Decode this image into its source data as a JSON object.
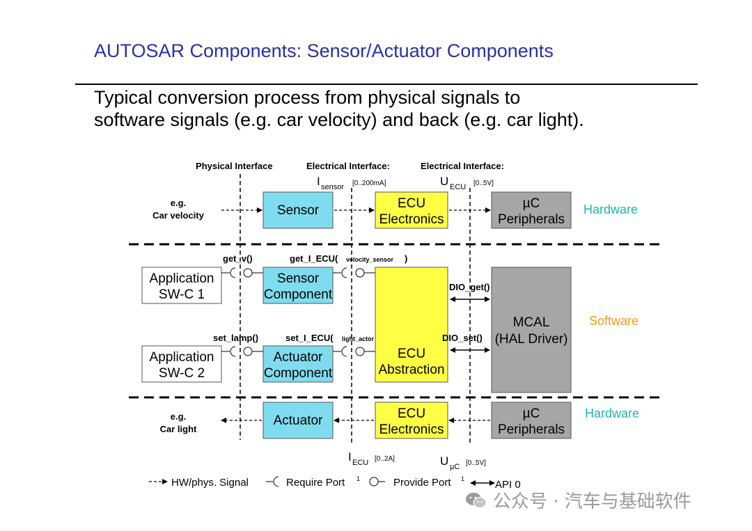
{
  "slide": {
    "title": "AUTOSAR Components: Sensor/Actuator Components",
    "subtitle_line1": "Typical conversion process from physical signals to",
    "subtitle_line2": "software signals (e.g. car velocity) and back (e.g. car light)."
  },
  "interfaces": {
    "physical": "Physical Interface",
    "electrical1": "Electrical Interface:",
    "electrical2": "Electrical Interface:",
    "i_sensor": "I",
    "i_sensor_sub": "sensor",
    "i_sensor_range": "[0..200mA]",
    "u_ecu": "U",
    "u_ecu_sub": "ECU",
    "u_ecu_range": "[0..5V]",
    "i_ecu": "I",
    "i_ecu_sub": "ECU",
    "i_ecu_range": "[0..2A]",
    "u_uc": "U",
    "u_uc_sub": "µC",
    "u_uc_range": "[0..5V]"
  },
  "layers": {
    "hardware_top": "Hardware",
    "software": "Software",
    "hardware_bottom": "Hardware"
  },
  "colors": {
    "sensor_box": "#7fdcee",
    "ecu_box": "#ffff44",
    "uc_box": "#a6a6a6",
    "hardware_label": "#1fb5b3",
    "software_label": "#f59a1f",
    "title": "#2b2fa8"
  },
  "row_top": {
    "input_line1": "e.g.",
    "input_line2": "Car velocity",
    "sensor": "Sensor",
    "ecu_line1": "ECU",
    "ecu_line2": "Electronics",
    "uc_line1": "µC",
    "uc_line2": "Peripherals"
  },
  "software_row": {
    "app1_line1": "Application",
    "app1_line2": "SW-C 1",
    "app2_line1": "Application",
    "app2_line2": "SW-C 2",
    "get_v": "get_v()",
    "get_i_ecu": "get_I_ECU(",
    "get_i_ecu_arg": "velocity_sensor",
    "get_i_ecu_close": ")",
    "set_lamp": "set_lamp()",
    "set_i_ecu": "set_I_ECU(",
    "set_i_ecu_arg": "light_actor",
    "set_i_ecu_close": ")",
    "sensor_comp_line1": "Sensor",
    "sensor_comp_line2": "Component",
    "actuator_comp_line1": "Actuator",
    "actuator_comp_line2": "Component",
    "ecu_abs_line1": "ECU",
    "ecu_abs_line2": "Abstraction",
    "dio_get": "DIO_get()",
    "dio_set": "DIO_set()",
    "mcal_line1": "MCAL",
    "mcal_line2": "(HAL Driver)"
  },
  "row_bottom": {
    "output_line1": "e.g.",
    "output_line2": "Car light",
    "actuator": "Actuator",
    "ecu_line1": "ECU",
    "ecu_line2": "Electronics",
    "uc_line1": "µC",
    "uc_line2": "Peripherals"
  },
  "legend": {
    "hw_signal": "HW/phys. Signal",
    "require_port": "Require Port",
    "require_sup": "1",
    "provide_port": "Provide Port",
    "provide_sup": "1",
    "api": "API 0"
  },
  "watermark": {
    "text": "公众号 · 汽车与基础软件",
    "icon": "wechat-icon"
  }
}
